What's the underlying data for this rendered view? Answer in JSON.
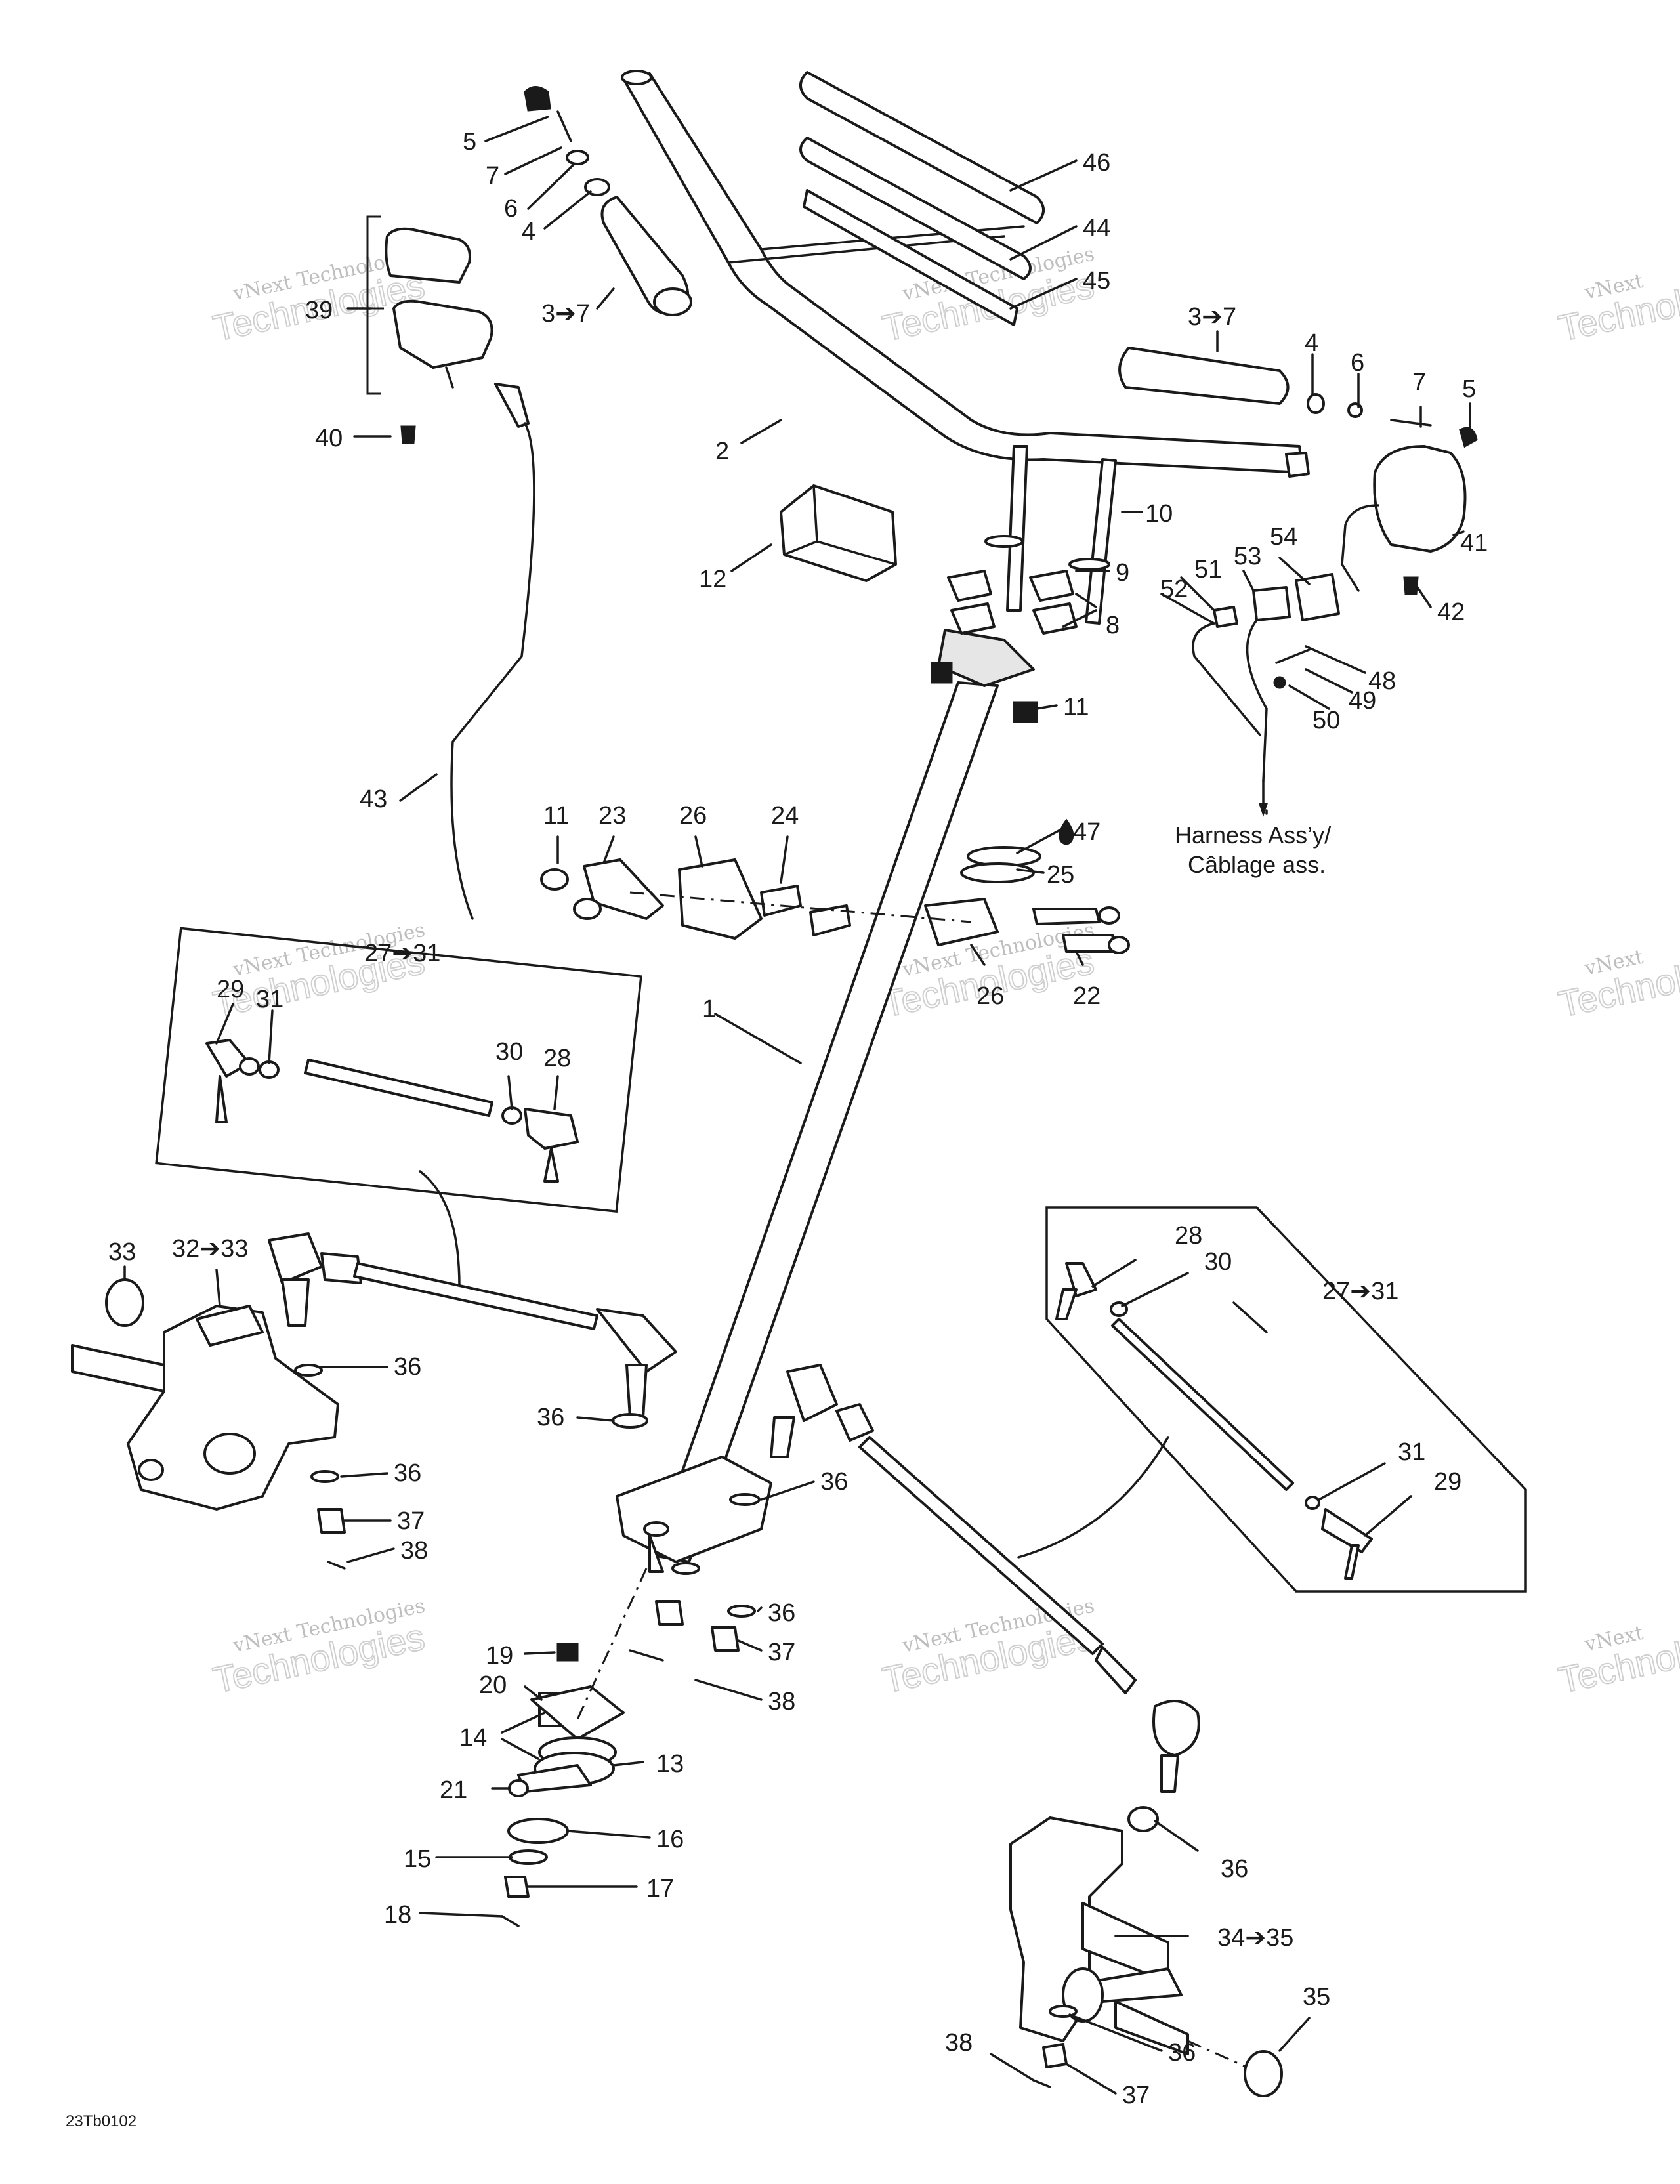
{
  "callouts": [
    {
      "id": "c5a",
      "text": "5"
    },
    {
      "id": "c7a",
      "text": "7"
    },
    {
      "id": "c6a",
      "text": "6"
    },
    {
      "id": "c4a",
      "text": "4"
    },
    {
      "id": "c37a",
      "text": "3➔7"
    },
    {
      "id": "c39",
      "text": "39"
    },
    {
      "id": "c40",
      "text": "40"
    },
    {
      "id": "c46",
      "text": "46"
    },
    {
      "id": "c44",
      "text": "44"
    },
    {
      "id": "c45",
      "text": "45"
    },
    {
      "id": "c37b",
      "text": "3➔7"
    },
    {
      "id": "c4b",
      "text": "4"
    },
    {
      "id": "c6b",
      "text": "6"
    },
    {
      "id": "c7b",
      "text": "7"
    },
    {
      "id": "c5b",
      "text": "5"
    },
    {
      "id": "c2",
      "text": "2"
    },
    {
      "id": "c12",
      "text": "12"
    },
    {
      "id": "c10",
      "text": "10"
    },
    {
      "id": "c9",
      "text": "9"
    },
    {
      "id": "c8",
      "text": "8"
    },
    {
      "id": "c11a",
      "text": "11"
    },
    {
      "id": "c41",
      "text": "41"
    },
    {
      "id": "c42",
      "text": "42"
    },
    {
      "id": "c54",
      "text": "54"
    },
    {
      "id": "c53",
      "text": "53"
    },
    {
      "id": "c51",
      "text": "51"
    },
    {
      "id": "c52",
      "text": "52"
    },
    {
      "id": "c48",
      "text": "48"
    },
    {
      "id": "c49",
      "text": "49"
    },
    {
      "id": "c50",
      "text": "50"
    },
    {
      "id": "c43",
      "text": "43"
    },
    {
      "id": "c11b",
      "text": "11"
    },
    {
      "id": "c23",
      "text": "23"
    },
    {
      "id": "c26a",
      "text": "26"
    },
    {
      "id": "c24",
      "text": "24"
    },
    {
      "id": "c47",
      "text": "47"
    },
    {
      "id": "c25",
      "text": "25"
    },
    {
      "id": "c26b",
      "text": "26"
    },
    {
      "id": "c22",
      "text": "22"
    },
    {
      "id": "c2731a",
      "text": "27➔31"
    },
    {
      "id": "c29a",
      "text": "29"
    },
    {
      "id": "c31a",
      "text": "31"
    },
    {
      "id": "c30a",
      "text": "30"
    },
    {
      "id": "c28a",
      "text": "28"
    },
    {
      "id": "c1",
      "text": "1"
    },
    {
      "id": "c33",
      "text": "33"
    },
    {
      "id": "c3233",
      "text": "32➔33"
    },
    {
      "id": "c36a",
      "text": "36"
    },
    {
      "id": "c36b",
      "text": "36"
    },
    {
      "id": "c36c",
      "text": "36"
    },
    {
      "id": "c37c",
      "text": "37"
    },
    {
      "id": "c38a",
      "text": "38"
    },
    {
      "id": "c36d",
      "text": "36"
    },
    {
      "id": "c36e",
      "text": "36"
    },
    {
      "id": "c37d",
      "text": "37"
    },
    {
      "id": "c38b",
      "text": "38"
    },
    {
      "id": "c19",
      "text": "19"
    },
    {
      "id": "c20",
      "text": "20"
    },
    {
      "id": "c14",
      "text": "14"
    },
    {
      "id": "c13",
      "text": "13"
    },
    {
      "id": "c21",
      "text": "21"
    },
    {
      "id": "c16",
      "text": "16"
    },
    {
      "id": "c15",
      "text": "15"
    },
    {
      "id": "c17",
      "text": "17"
    },
    {
      "id": "c18",
      "text": "18"
    },
    {
      "id": "c28b",
      "text": "28"
    },
    {
      "id": "c30b",
      "text": "30"
    },
    {
      "id": "c2731b",
      "text": "27➔31"
    },
    {
      "id": "c31b",
      "text": "31"
    },
    {
      "id": "c29b",
      "text": "29"
    },
    {
      "id": "c36f",
      "text": "36"
    },
    {
      "id": "c3435",
      "text": "34➔35"
    },
    {
      "id": "c35",
      "text": "35"
    },
    {
      "id": "c38c",
      "text": "38"
    },
    {
      "id": "c36g",
      "text": "36"
    },
    {
      "id": "c37e",
      "text": "37"
    }
  ],
  "harness_note": {
    "line1": "Harness Ass’y/",
    "line2": "Câblage ass."
  },
  "drawing_code": "23Tb0102",
  "watermark": {
    "line1": "vNext Technologies",
    "line2": "Technologies",
    "back": "vNext"
  }
}
